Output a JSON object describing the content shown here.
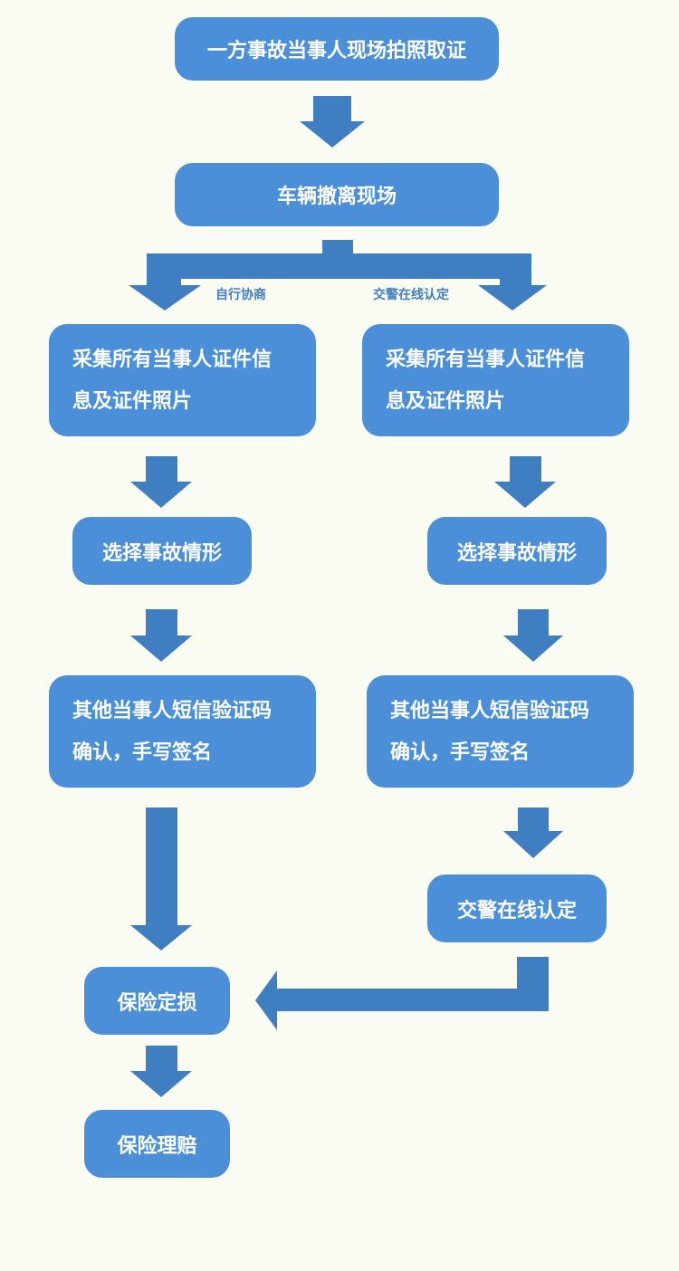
{
  "colors": {
    "background": "#fbfcf1",
    "node_fill": "#4a8fd7",
    "arrow_fill": "#3f7fc1",
    "text": "#ffffff"
  },
  "nodes": {
    "start": "一方事故当事人现场拍照取证",
    "leave_scene": "车辆撤离现场",
    "left_collect_line1": "采集所有当事人证件信",
    "left_collect_line2": "息及证件照片",
    "right_collect_line1": "采集所有当事人证件信",
    "right_collect_line2": "息及证件照片",
    "left_select": "选择事故情形",
    "right_select": "选择事故情形",
    "left_confirm_line1": "其他当事人短信验证码",
    "left_confirm_line2": "确认，手写签名",
    "right_confirm_line1": "其他当事人短信验证码",
    "right_confirm_line2": "确认，手写签名",
    "police_confirm": "交警在线认定",
    "assessment": "保险定损",
    "claim": "保险理赔"
  },
  "branches": {
    "left": "自行协商",
    "right": "交警在线认定"
  }
}
